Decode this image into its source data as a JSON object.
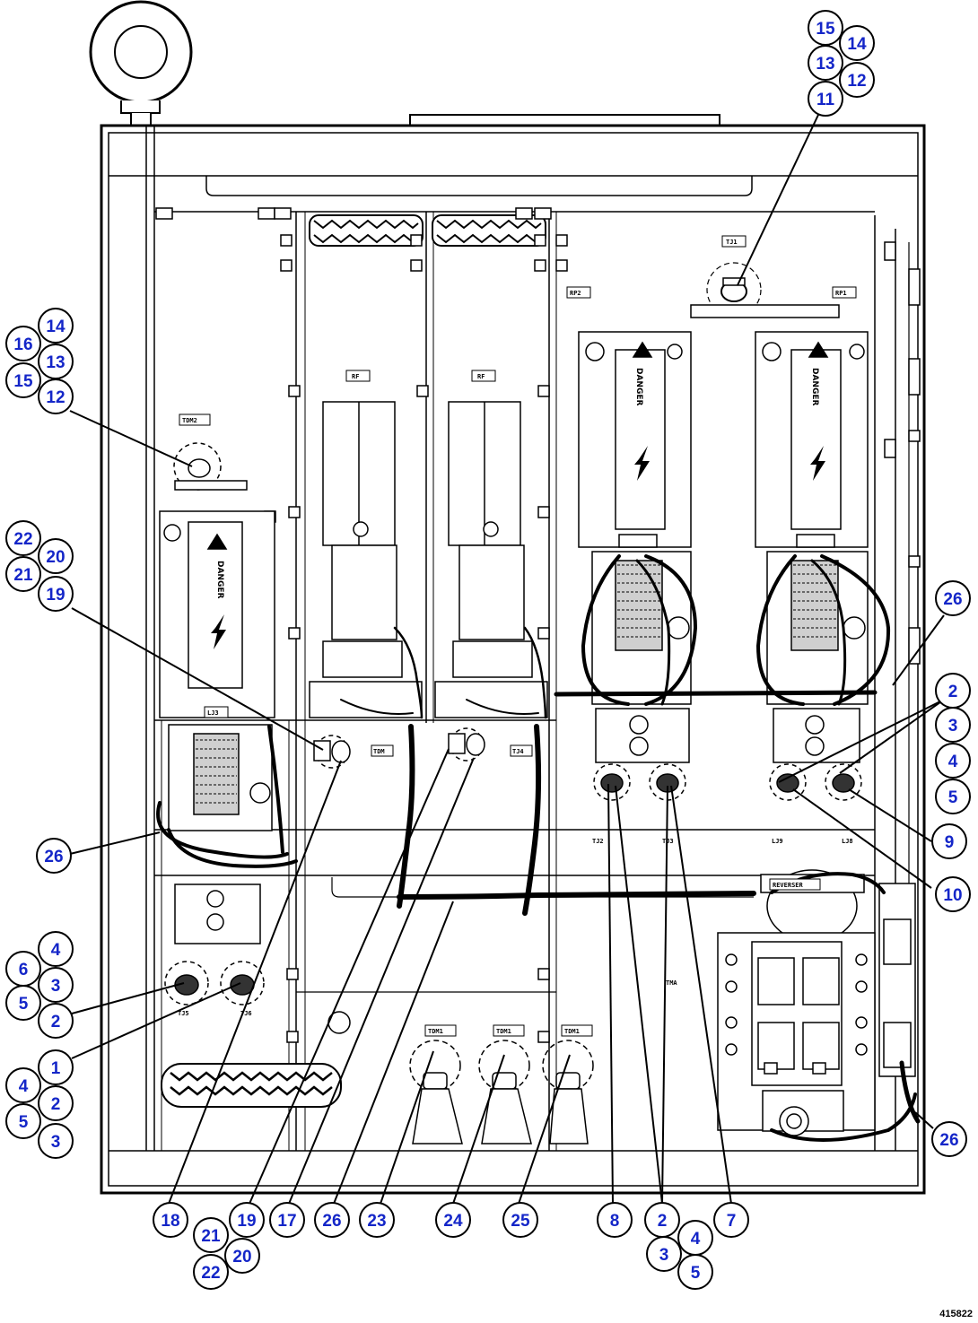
{
  "figure_id": "415822",
  "danger_label": "DANGER",
  "component_plates": {
    "tj1": "TJ1",
    "rp2": "RP2",
    "rp1": "RP1",
    "rf_left": "RF",
    "rf_right": "RF",
    "tdm2": "TDM2",
    "tj5": "TJ5",
    "tj6": "TJ6",
    "tdm": "TDM",
    "tj4": "TJ4",
    "lj3": "LJ3",
    "tj2": "TJ2",
    "tj3": "TJ3",
    "lj9": "LJ9",
    "lj8": "LJ8",
    "reverser": "REVERSER",
    "tma": "TMA",
    "tdm1_a": "TDM1",
    "tdm1_b": "TDM1",
    "tdm1_c": "TDM1"
  },
  "callouts": [
    {
      "id": "c-tr-15",
      "label": "15"
    },
    {
      "id": "c-tr-14",
      "label": "14"
    },
    {
      "id": "c-tr-13",
      "label": "13"
    },
    {
      "id": "c-tr-12",
      "label": "12"
    },
    {
      "id": "c-tr-11",
      "label": "11"
    },
    {
      "id": "c-l1-14",
      "label": "14"
    },
    {
      "id": "c-l1-16",
      "label": "16"
    },
    {
      "id": "c-l1-13",
      "label": "13"
    },
    {
      "id": "c-l1-15",
      "label": "15"
    },
    {
      "id": "c-l1-12",
      "label": "12"
    },
    {
      "id": "c-l2-22",
      "label": "22"
    },
    {
      "id": "c-l2-20",
      "label": "20"
    },
    {
      "id": "c-l2-21",
      "label": "21"
    },
    {
      "id": "c-l2-19",
      "label": "19"
    },
    {
      "id": "c-l-26",
      "label": "26"
    },
    {
      "id": "c-l3-4",
      "label": "4"
    },
    {
      "id": "c-l3-6",
      "label": "6"
    },
    {
      "id": "c-l3-3",
      "label": "3"
    },
    {
      "id": "c-l3-5",
      "label": "5"
    },
    {
      "id": "c-l3-2",
      "label": "2"
    },
    {
      "id": "c-l4-1",
      "label": "1"
    },
    {
      "id": "c-l4-4",
      "label": "4"
    },
    {
      "id": "c-l4-2",
      "label": "2"
    },
    {
      "id": "c-l4-5",
      "label": "5"
    },
    {
      "id": "c-l4-3",
      "label": "3"
    },
    {
      "id": "c-r-26",
      "label": "26"
    },
    {
      "id": "c-r-2",
      "label": "2"
    },
    {
      "id": "c-r-3",
      "label": "3"
    },
    {
      "id": "c-r-4",
      "label": "4"
    },
    {
      "id": "c-r-5",
      "label": "5"
    },
    {
      "id": "c-r-9",
      "label": "9"
    },
    {
      "id": "c-r-10",
      "label": "10"
    },
    {
      "id": "c-br-26",
      "label": "26"
    },
    {
      "id": "c-b-18",
      "label": "18"
    },
    {
      "id": "c-b-19",
      "label": "19"
    },
    {
      "id": "c-b-17",
      "label": "17"
    },
    {
      "id": "c-b-26",
      "label": "26"
    },
    {
      "id": "c-b-23",
      "label": "23"
    },
    {
      "id": "c-b-24",
      "label": "24"
    },
    {
      "id": "c-b-25",
      "label": "25"
    },
    {
      "id": "c-b-8",
      "label": "8"
    },
    {
      "id": "c-b-2",
      "label": "2"
    },
    {
      "id": "c-b-7",
      "label": "7"
    },
    {
      "id": "c-b-21",
      "label": "21"
    },
    {
      "id": "c-b-20",
      "label": "20"
    },
    {
      "id": "c-b-22",
      "label": "22"
    },
    {
      "id": "c-b-4",
      "label": "4"
    },
    {
      "id": "c-b-3",
      "label": "3"
    },
    {
      "id": "c-b-5",
      "label": "5"
    }
  ]
}
